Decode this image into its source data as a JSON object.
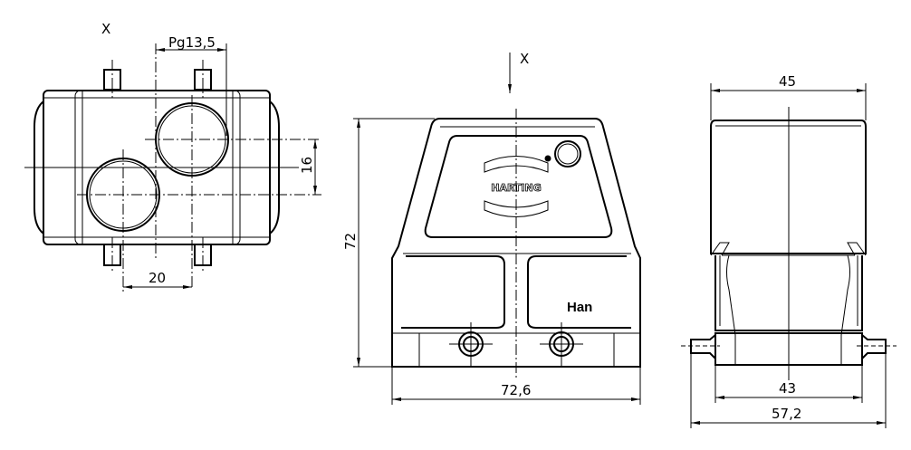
{
  "drawing": {
    "top_view": {
      "view_label": "X",
      "dim_thread": "Pg13,5",
      "dim_offset": "16",
      "dim_spacing": "20"
    },
    "front_view": {
      "view_arrow_label": "X",
      "dim_height": "72",
      "dim_width": "72,6",
      "logo_text": "HARTING",
      "model_text": "Han"
    },
    "side_view": {
      "dim_top": "45",
      "dim_base": "43",
      "dim_overall": "57,2"
    }
  }
}
